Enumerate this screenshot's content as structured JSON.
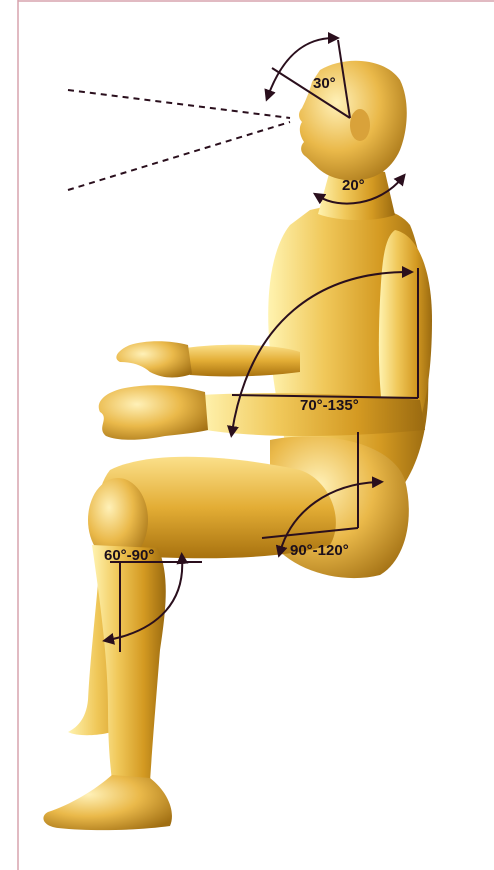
{
  "colors": {
    "skin_highlight": "#fff3b0",
    "skin_mid": "#e9b63a",
    "skin_shadow": "#9a6a10",
    "annotation": "#2a0f1d",
    "frame": "#d7a3ad"
  },
  "annotations": {
    "head_tilt": "30°",
    "neck_rotation": "20°",
    "elbow": "70°-135°",
    "hip": "90°-120°",
    "knee": "60°-90°"
  }
}
